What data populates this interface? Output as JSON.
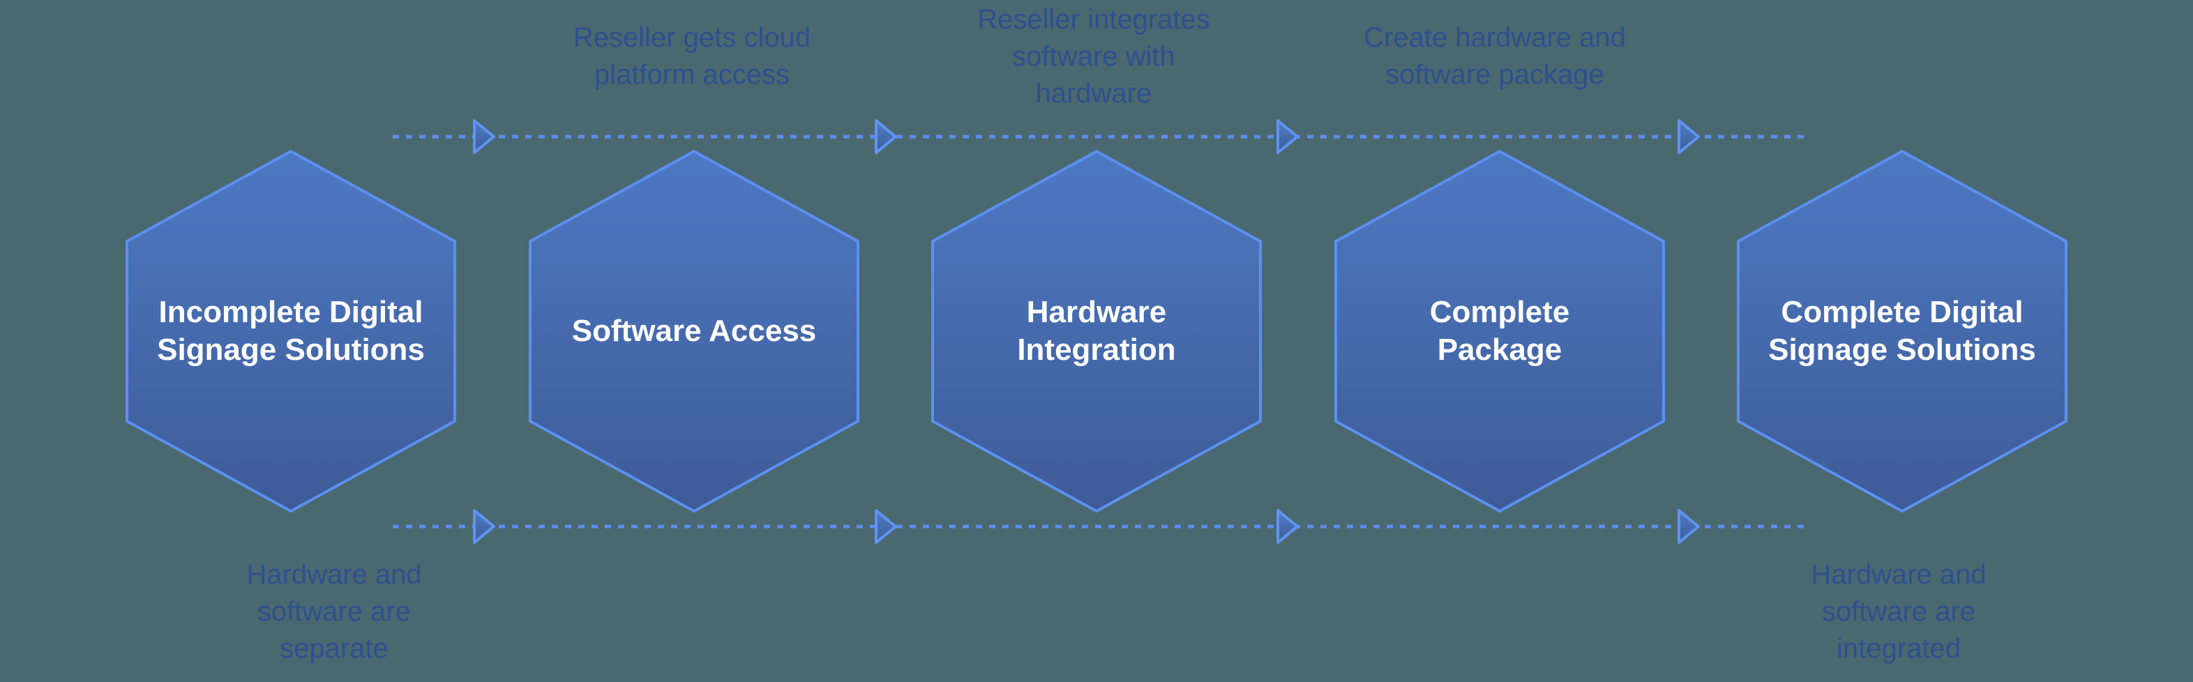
{
  "diagram": {
    "hexagons": [
      {
        "title": "Incomplete Digital Signage Solutions"
      },
      {
        "title": "Software Access"
      },
      {
        "title": "Hardware Integration"
      },
      {
        "title": "Complete Package"
      },
      {
        "title": "Complete Digital Signage Solutions"
      }
    ],
    "top_labels": [
      {
        "text": "Reseller gets cloud platform access"
      },
      {
        "text": "Reseller integrates software with hardware"
      },
      {
        "text": "Create hardware and software package"
      }
    ],
    "bottom_labels": [
      {
        "text": "Hardware and software are separate"
      },
      {
        "text": "Hardware and software are integrated"
      }
    ]
  },
  "colors": {
    "background": "#4a6870",
    "hexagon_top": "#4d79c3",
    "hexagon_bottom": "#3e5b97",
    "hexagon_border": "#5b90f2",
    "hexagon_text": "#ffffff",
    "dash_line": "#5b8dee",
    "arrow_stroke": "#5f94f4",
    "arrow_fill_top": "#4f7cc5",
    "arrow_fill_bottom": "#3e5d99",
    "label_text": "#2e5090"
  }
}
